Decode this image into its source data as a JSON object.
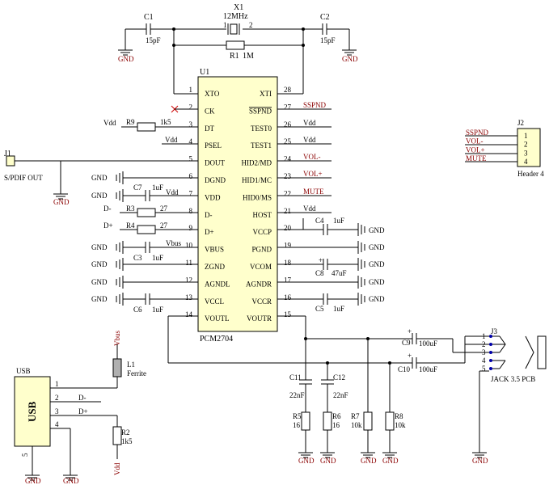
{
  "colors": {
    "wire": "#000000",
    "label": "#8b0000",
    "chip_fill": "#ffffcc",
    "connector_fill": "#ffffcc"
  },
  "chip": {
    "ref": "U1",
    "part": "PCM2704",
    "left_pins": [
      {
        "num": "1",
        "name": "XTO"
      },
      {
        "num": "2",
        "name": "CK"
      },
      {
        "num": "3",
        "name": "DT"
      },
      {
        "num": "4",
        "name": "PSEL"
      },
      {
        "num": "5",
        "name": "DOUT"
      },
      {
        "num": "6",
        "name": "DGND"
      },
      {
        "num": "7",
        "name": "VDD"
      },
      {
        "num": "8",
        "name": "D-"
      },
      {
        "num": "9",
        "name": "D+"
      },
      {
        "num": "10",
        "name": "VBUS"
      },
      {
        "num": "11",
        "name": "ZGND"
      },
      {
        "num": "12",
        "name": "AGNDL"
      },
      {
        "num": "13",
        "name": "VCCL"
      },
      {
        "num": "14",
        "name": "VOUTL"
      }
    ],
    "right_pins": [
      {
        "num": "28",
        "name": "XTI"
      },
      {
        "num": "27",
        "name": "SSPND"
      },
      {
        "num": "26",
        "name": "TEST0"
      },
      {
        "num": "25",
        "name": "TEST1"
      },
      {
        "num": "24",
        "name": "HID2/MD"
      },
      {
        "num": "23",
        "name": "HID1/MC"
      },
      {
        "num": "22",
        "name": "HID0/MS"
      },
      {
        "num": "21",
        "name": "HOST"
      },
      {
        "num": "20",
        "name": "VCCP"
      },
      {
        "num": "19",
        "name": "PGND"
      },
      {
        "num": "18",
        "name": "VCOM"
      },
      {
        "num": "17",
        "name": "AGNDR"
      },
      {
        "num": "16",
        "name": "VCCR"
      },
      {
        "num": "15",
        "name": "VOUTR"
      }
    ]
  },
  "crystal": {
    "ref": "X1",
    "value": "12MHz",
    "pin1": "1",
    "pin2": "2"
  },
  "components": {
    "c1": {
      "ref": "C1",
      "value": "15pF"
    },
    "c2": {
      "ref": "C2",
      "value": "15pF"
    },
    "r1": {
      "ref": "R1",
      "value": "1M"
    },
    "r9": {
      "ref": "R9",
      "value": "1k5"
    },
    "c7": {
      "ref": "C7",
      "value": "1uF"
    },
    "r3": {
      "ref": "R3",
      "value": "27"
    },
    "r4": {
      "ref": "R4",
      "value": "27"
    },
    "c3": {
      "ref": "C3",
      "value": "1uF"
    },
    "c6": {
      "ref": "C6",
      "value": "1uF"
    },
    "c4": {
      "ref": "C4",
      "value": "1uF"
    },
    "c8": {
      "ref": "C8",
      "value": "47uF"
    },
    "c5": {
      "ref": "C5",
      "value": "1uF"
    },
    "c9": {
      "ref": "C9",
      "value": "100uF"
    },
    "c10": {
      "ref": "C10",
      "value": "100uF"
    },
    "c11": {
      "ref": "C11",
      "value": "22nF"
    },
    "c12": {
      "ref": "C12",
      "value": "22nF"
    },
    "r5": {
      "ref": "R5",
      "value": "16"
    },
    "r6": {
      "ref": "R6",
      "value": "16"
    },
    "r7": {
      "ref": "R7",
      "value": "10k"
    },
    "r8": {
      "ref": "R8",
      "value": "10k"
    },
    "l1": {
      "ref": "L1",
      "value": "Ferrite"
    },
    "r2": {
      "ref": "R2",
      "value": "1k5"
    }
  },
  "nets": {
    "vdd": "Vdd",
    "vbus": "Vbus",
    "gnd": "GND",
    "dminus": "D-",
    "dplus": "D+",
    "sspnd": "SSPND",
    "volminus": "VOL-",
    "volplus": "VOL+",
    "mute": "MUTE",
    "plus": "+"
  },
  "j1": {
    "ref": "J1",
    "label": "S/PDIF OUT"
  },
  "j2": {
    "ref": "J2",
    "label": "Header 4",
    "pins": [
      "1",
      "2",
      "3",
      "4"
    ],
    "nets": [
      "SSPND",
      "VOL-",
      "VOL+",
      "MUTE"
    ]
  },
  "j3": {
    "ref": "J3",
    "label": "JACK 3.5 PCB",
    "pins": [
      "1",
      "2",
      "3",
      "4",
      "5"
    ]
  },
  "usb": {
    "ref": "USB",
    "body": "USB",
    "pins": [
      "1",
      "2",
      "3",
      "4",
      "5"
    ]
  }
}
